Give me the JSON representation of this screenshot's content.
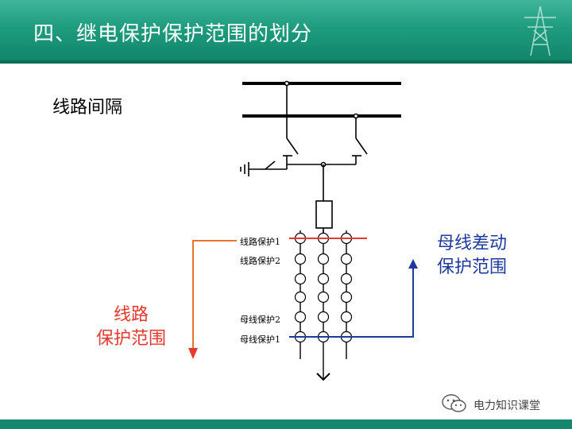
{
  "header": {
    "title": "四、继电保护保护范围的划分"
  },
  "diagram": {
    "subtitle": "线路间隔",
    "labels": {
      "line_protection_1": "线路保护1",
      "line_protection_2": "线路保护2",
      "bus_protection_2": "母线保护2",
      "bus_protection_1": "母线保护1"
    },
    "line_range": {
      "line1": "线路",
      "line2": "保护范围"
    },
    "bus_range": {
      "line1": "母线差动",
      "line2": "保护范围"
    },
    "colors": {
      "header": "#1f9c7f",
      "red": "#e5392f",
      "blue": "#1f3a9e",
      "orange": "#e8742c"
    }
  },
  "footer": {
    "watermark": "电力知识课堂"
  }
}
